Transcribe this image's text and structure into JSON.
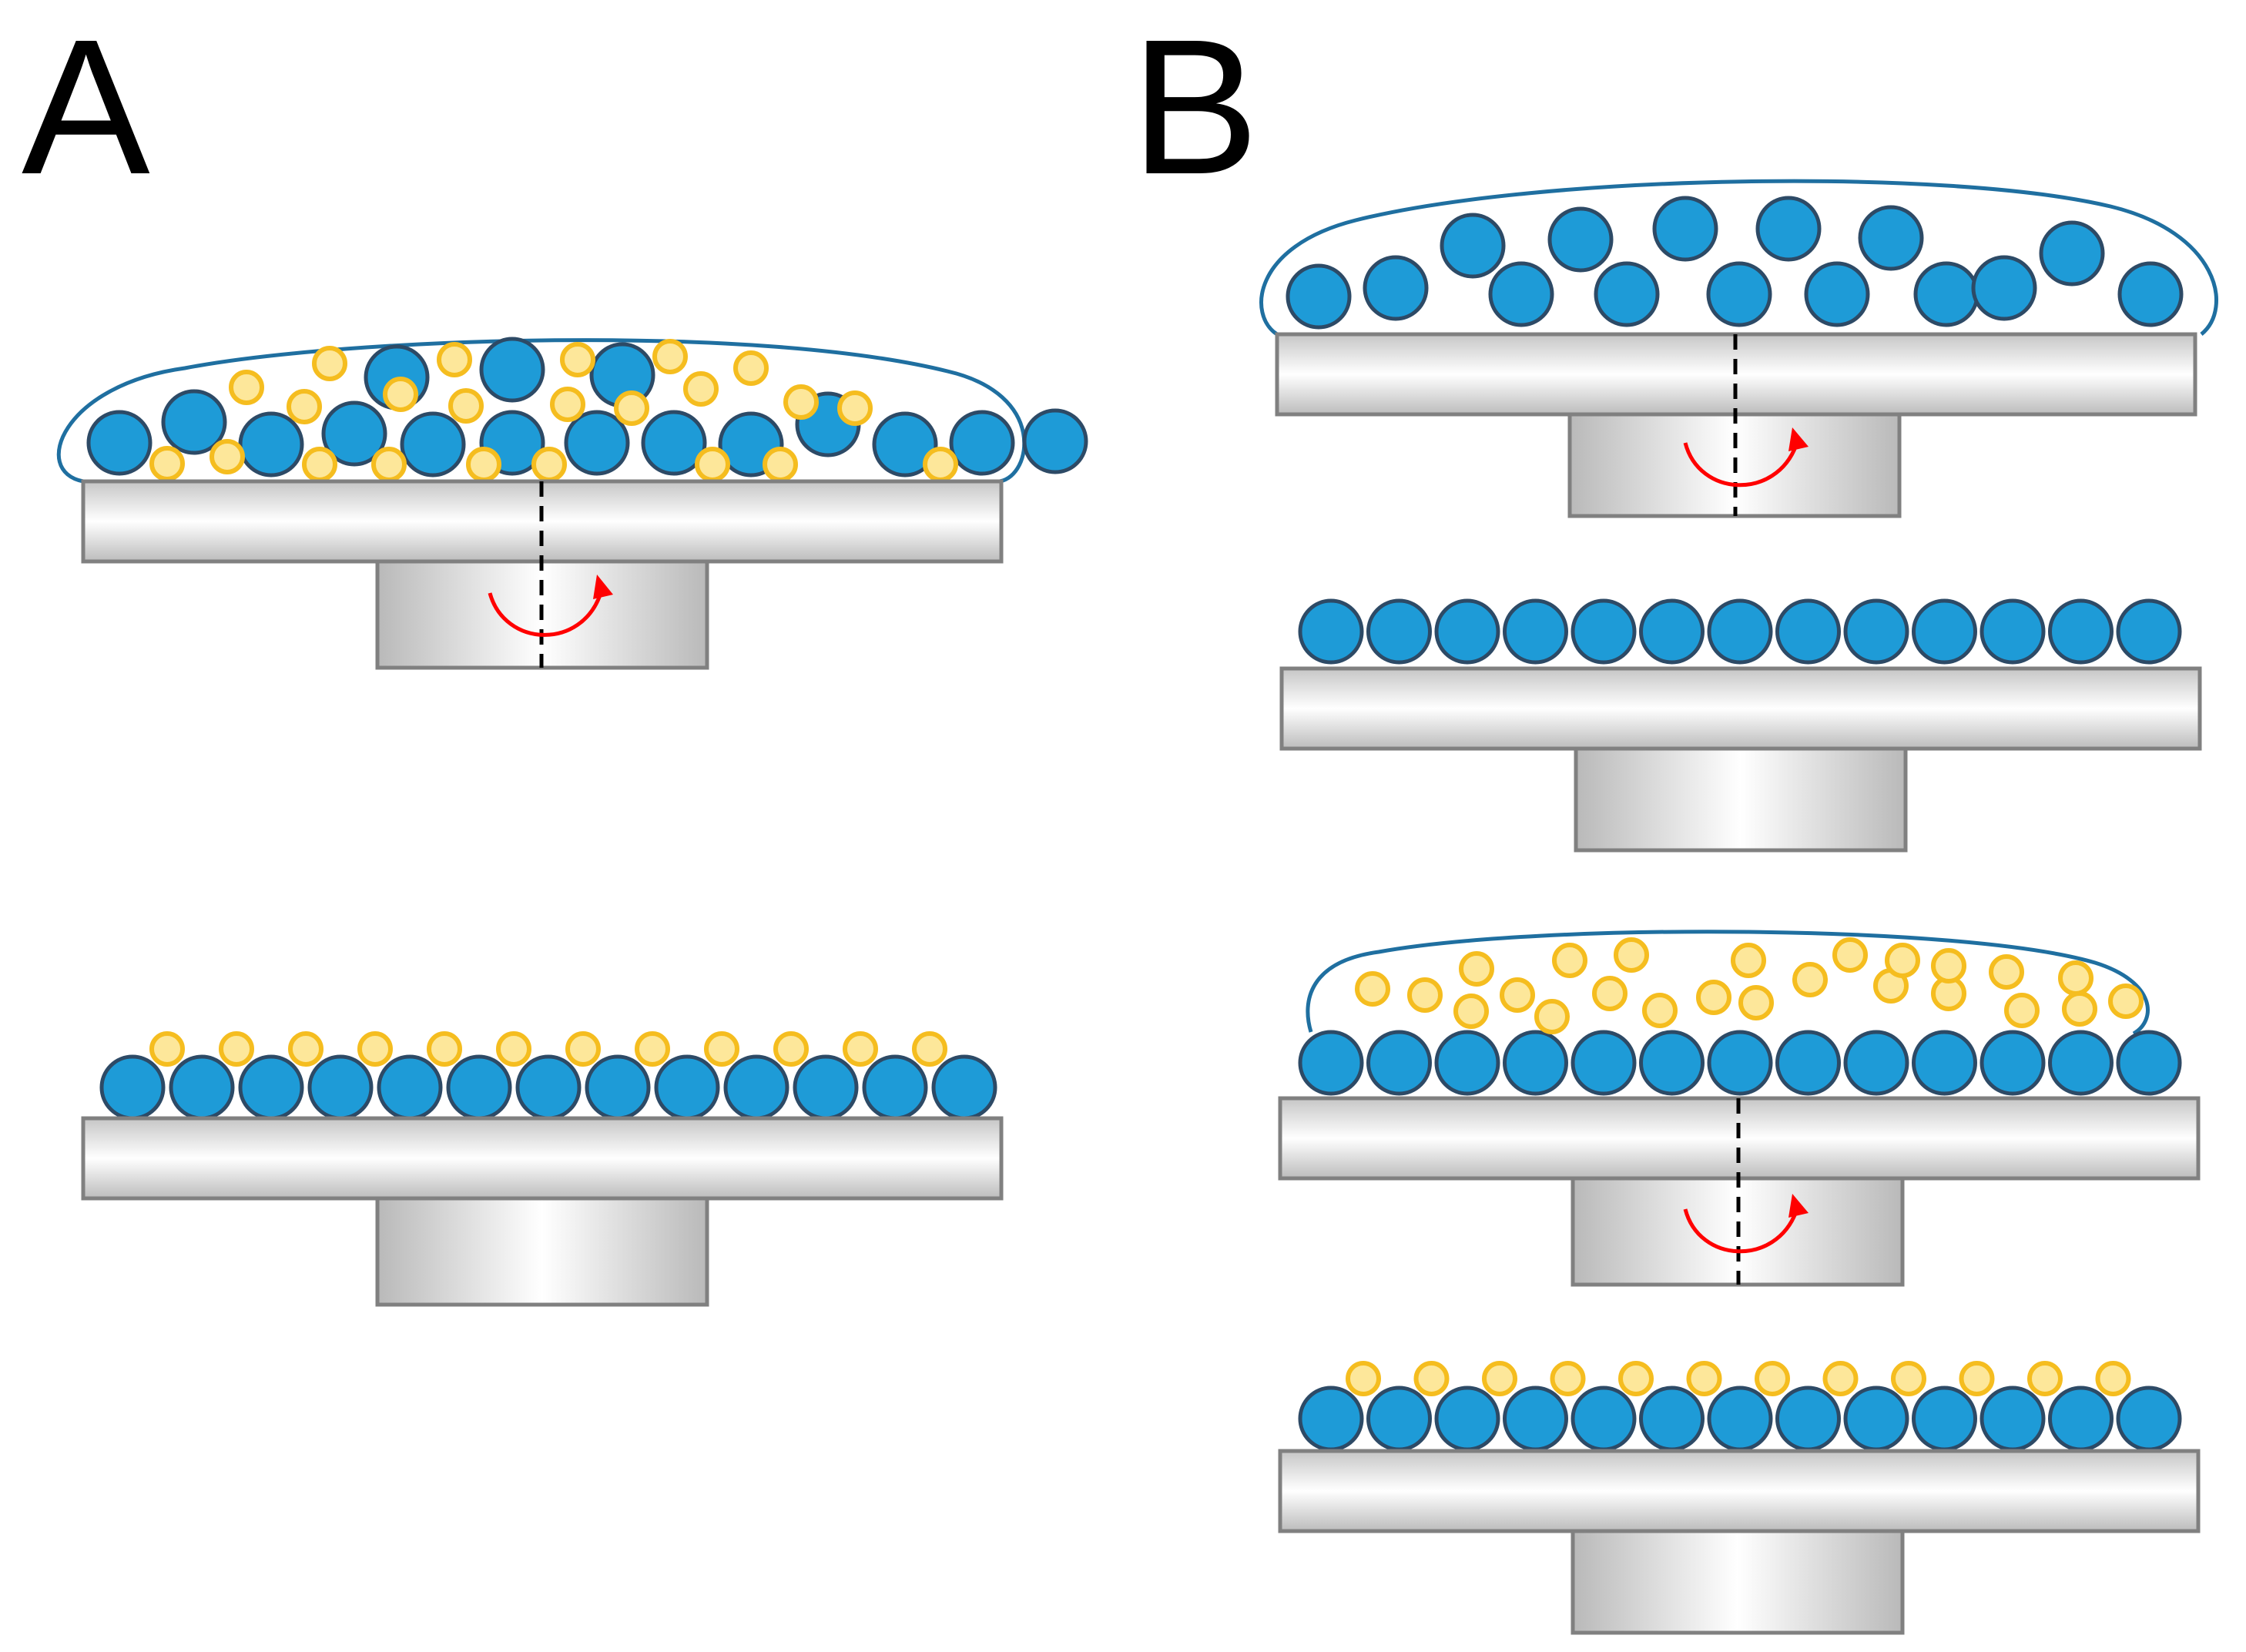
{
  "labels": {
    "panel_a": "A",
    "panel_b": "B"
  },
  "colors": {
    "blue_fill": "#1e9bd7",
    "blue_stroke": "#2d4a66",
    "yellow_fill": "#fde79a",
    "yellow_stroke": "#f5bd1f",
    "droplet_outline": "#1f6fa0",
    "rotation_arrow": "#ff0000",
    "axis": "#000000",
    "plate_stroke": "#808080",
    "plate_light": "#ffffff",
    "plate_dark": "#bfbfbf"
  },
  "icons": {
    "rotation": "curved-red-arrow-icon",
    "axis": "dashed-rotation-axis"
  },
  "stages": [
    {
      "id": "a1",
      "panel": "A",
      "droplet": "blue-yellow-mixture",
      "rotating": true
    },
    {
      "id": "a2",
      "panel": "A",
      "droplet": "none",
      "rotating": false,
      "result": "blue-monolayer-with-yellow-on-top"
    },
    {
      "id": "b1",
      "panel": "B",
      "droplet": "blue-only",
      "rotating": true
    },
    {
      "id": "b2",
      "panel": "B",
      "droplet": "none",
      "rotating": false,
      "result": "blue-monolayer"
    },
    {
      "id": "b3",
      "panel": "B",
      "droplet": "yellow-only-over-blue-monolayer",
      "rotating": true
    },
    {
      "id": "b4",
      "panel": "B",
      "droplet": "none",
      "rotating": false,
      "result": "blue-monolayer-with-yellow-on-top"
    }
  ]
}
